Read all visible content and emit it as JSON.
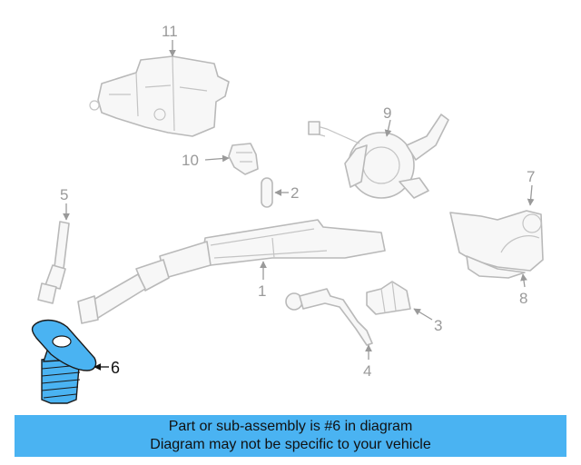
{
  "diagram": {
    "callouts": [
      "1",
      "2",
      "3",
      "4",
      "5",
      "6",
      "7",
      "8",
      "9",
      "10",
      "11"
    ],
    "highlighted_part": "6",
    "colors": {
      "highlight": "#4ab3f2",
      "outline": "#b9b9b9",
      "leader": "#9a9a9a"
    }
  },
  "banner": {
    "line1": "Part or sub-assembly is #6 in diagram",
    "line2": "Diagram may not be specific to your vehicle",
    "background": "#4ab3f2"
  }
}
